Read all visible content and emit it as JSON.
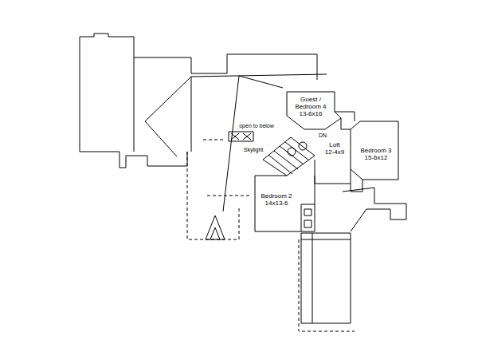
{
  "diagram": {
    "nodes": [
      {
        "text": [
          "Guest / Bedroom 4",
          "13-6x16"
        ]
      },
      {
        "text": [
          "Loft",
          "12-4x9"
        ]
      },
      {
        "text": [
          "Bedroom 3",
          "15-6x12"
        ]
      },
      {
        "text": [
          "Bedroom 2",
          "14x13-6"
        ]
      }
    ],
    "labels": [
      "open to below",
      "Skylight",
      "DN"
    ]
  }
}
